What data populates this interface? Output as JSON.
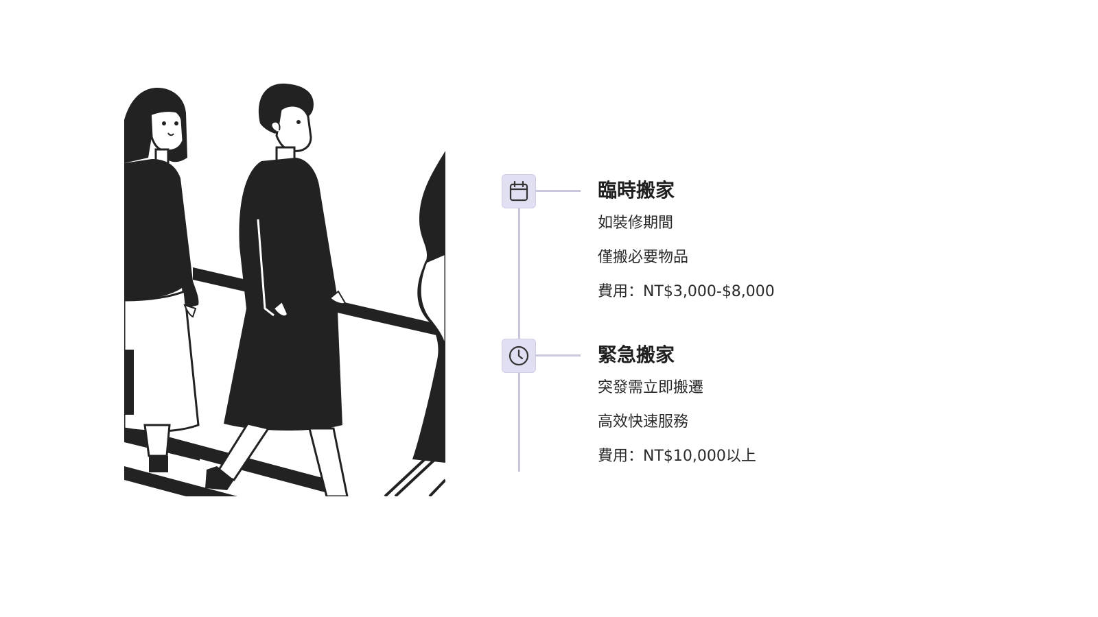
{
  "steps": [
    {
      "icon": "calendar-icon",
      "title": "臨時搬家",
      "lines": [
        "如裝修期間",
        "僅搬必要物品",
        "費用：NT$3,000-$8,000"
      ]
    },
    {
      "icon": "clock-icon",
      "title": "緊急搬家",
      "lines": [
        "突發需立即搬遷",
        "高效快速服務",
        "費用：NT$10,000以上"
      ]
    }
  ],
  "colors": {
    "icon_bg": "#e1e0f3",
    "timeline": "#c9c7dc",
    "ink": "#222222"
  }
}
